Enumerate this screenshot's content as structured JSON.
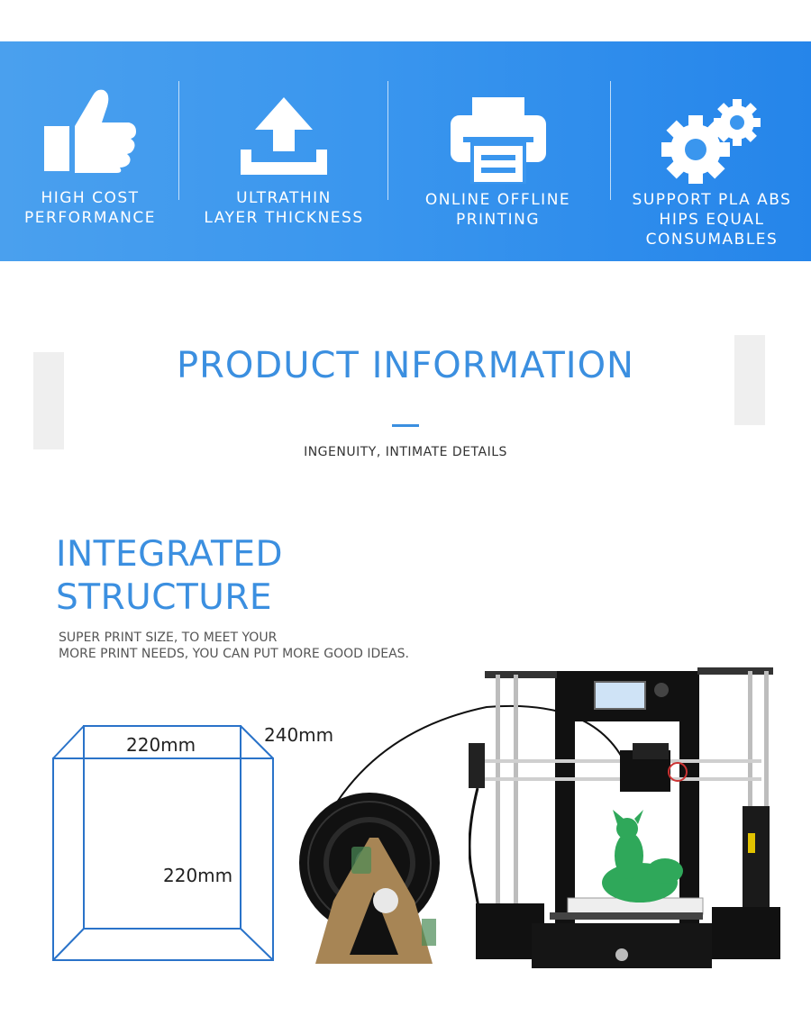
{
  "banner": {
    "features": [
      {
        "icon": "thumbs-up-icon",
        "label": "HIGH COST\nPERFORMANCE"
      },
      {
        "icon": "upload-icon",
        "label": "ULTRATHIN\nLAYER THICKNESS"
      },
      {
        "icon": "printer-icon",
        "label": "ONLINE OFFLINE\nPRINTING"
      },
      {
        "icon": "gears-icon",
        "label": "SUPPORT PLA ABS\nHIPS EQUAL\nCONSUMABLES"
      }
    ],
    "colors": {
      "start": "#4aa0ee",
      "end": "#2585ea",
      "text": "#ffffff"
    }
  },
  "product_info": {
    "title": "PRODUCT INFORMATION",
    "subtitle": "INGENUITY, INTIMATE DETAILS",
    "accent": "#3b8fe0"
  },
  "integrated": {
    "title": "INTEGRATED\nSTRUCTURE",
    "description": "SUPER PRINT SIZE, TO MEET YOUR\nMORE PRINT NEEDS, YOU CAN PUT MORE GOOD IDEAS."
  },
  "dimensions": {
    "width": "220mm",
    "depth": "240mm",
    "height": "220mm"
  }
}
